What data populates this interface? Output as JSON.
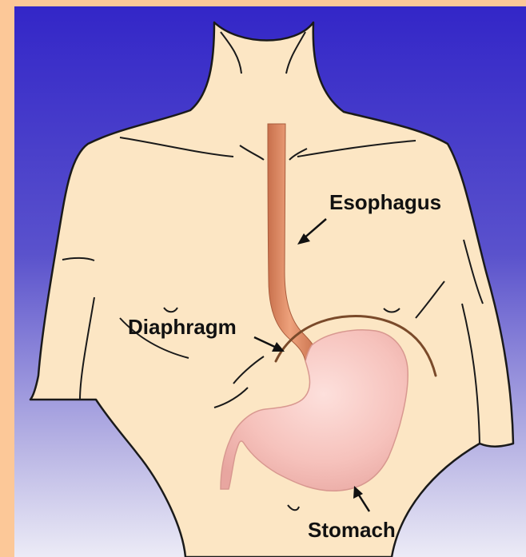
{
  "labels": {
    "esophagus": "Esophagus",
    "diaphragm": "Diaphragm",
    "stomach": "Stomach"
  },
  "colors": {
    "frame": "#fcc898",
    "sky_top": "#3326c8",
    "sky_bottom": "#e8e6f4",
    "skin": "#fce6c4",
    "outline": "#1a1a1a",
    "esophagus": "#e2906a",
    "diaphragm": "#7a4a2a",
    "stomach": "#f7c2be"
  }
}
